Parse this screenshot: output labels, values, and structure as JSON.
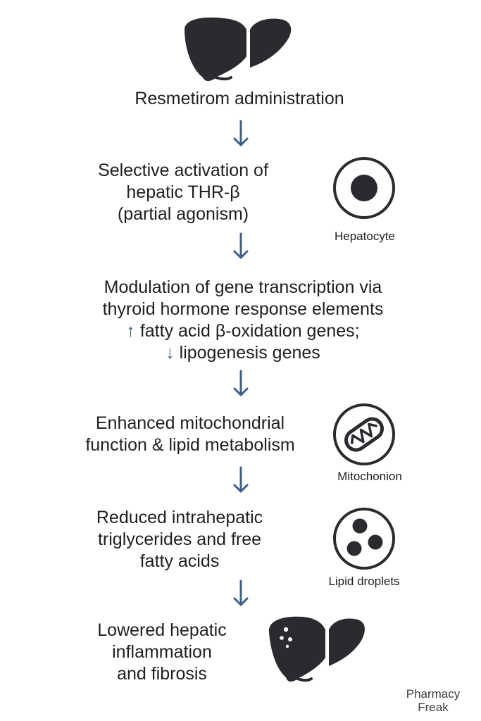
{
  "steps": {
    "s1": {
      "line1": "Resmetirom administration"
    },
    "s2": {
      "line1": "Selective activation of",
      "line2": "hepatic THR-β",
      "line3": "(partial agonism)"
    },
    "s3": {
      "line1": "Modulation of gene transcription via",
      "line2": "thyroid hormone response elements",
      "line3_mark": "↑",
      "line3": "fatty acid β-oxidation genes;",
      "line4_mark": "↓",
      "line4": "lipogenesis genes"
    },
    "s4": {
      "line1": "Enhanced mitochondrial",
      "line2": "function & lipid metabolism"
    },
    "s5": {
      "line1": "Reduced intrahepatic",
      "line2": "triglycerides and free",
      "line3": "fatty acids"
    },
    "s6": {
      "line1": "Lowered hepatic",
      "line2": "inflammation",
      "line3": "and fibrosis"
    }
  },
  "icons": {
    "top": "liver-icon",
    "hepatocyte": "cell-icon",
    "mitochondrion": "mitochondrion-icon",
    "droplets": "lipid-droplets-icon",
    "bottom": "liver-icon"
  },
  "captions": {
    "hepatocyte": "Hepatocyte",
    "mitochondrion": "Mitochonion",
    "droplets": "Lipid droplets"
  },
  "brand": {
    "line1": "Pharmacy",
    "line2": "Freak"
  },
  "colors": {
    "text": "#1e1f23",
    "arrow": "#3d5f8a",
    "icon": "#2a2b2f"
  }
}
